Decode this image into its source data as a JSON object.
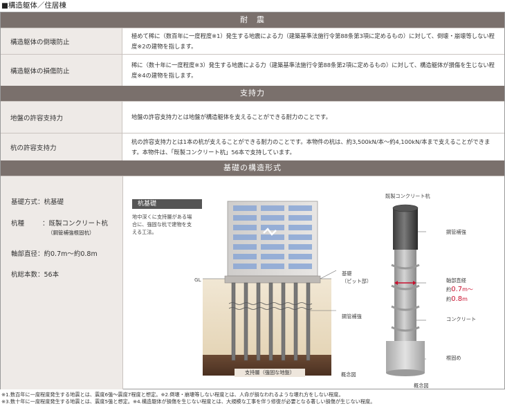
{
  "page_title": "■構造躯体／住居棟",
  "sections": {
    "seismic": {
      "title": "耐　震",
      "rows": [
        {
          "label": "構造躯体の倒壊防止",
          "text": "極めて稀に（数百年に一度程度※1）発生する地震による力（建築基準法施行令第88条第3項に定めるもの）に対して、倒壊・崩壊等しない程度※2の建物を指します。"
        },
        {
          "label": "構造躯体の損傷防止",
          "text": "稀に（数十年に一度程度※3）発生する地震による力（建築基準法施行令第88条第2項に定めるもの）に対して、構造躯体が損傷を生じない程度※4の建物を指します。"
        }
      ]
    },
    "bearing": {
      "title": "支持力",
      "rows": [
        {
          "label": "地盤の許容支持力",
          "text": "地盤の許容支持力とは地盤が構造躯体を支えることができる耐力のことです。"
        },
        {
          "label": "杭の許容支持力",
          "text": "杭の許容支持力とは1本の杭が支えることができる耐力のことです。本物件の杭は、約3,500kN/本～約4,100kN/本まで支えることができます。本物件は、「既製コンクリート杭」56本で支持しています。"
        }
      ]
    },
    "foundation": {
      "title": "基礎の構造形式",
      "specs": {
        "method": "基礎方式：杭基礎",
        "pile_type_label": "杭種",
        "pile_type_value": "：既製コンクリート杭",
        "pile_type_sub": "（鋼管補強根固杭）",
        "diameter": "軸部直径：約0.7m～約0.8m",
        "count": "杭総本数：56本"
      },
      "diagram": {
        "badge": "杭基礎",
        "description_1": "地中深くに支持層がある場",
        "description_2": "合に、強固な杭で建物を支",
        "description_3": "える工法。",
        "gl": "GL",
        "foundation_label": "基礎",
        "foundation_sub": "（ピット部）",
        "steel_label": "鋼管補強",
        "support_layer": "支持層（強固な地盤）",
        "concept": "概念図"
      },
      "pile_figure": {
        "title": "既製コンクリート杭",
        "steel": "鋼管補強",
        "diameter_label": "軸部直経",
        "dia_prefix_1": "約",
        "dia_value_1": "0.7",
        "dia_unit_1": "m～",
        "dia_prefix_2": "約",
        "dia_value_2": "0.8",
        "dia_unit_2": "m",
        "concrete": "コンクリート",
        "base": "根固め",
        "concept": "概念図"
      }
    }
  },
  "notes": [
    "※1.数百年に一度程度発生する地震とは、震度6強～震度7程度と想定。※2.倒壊・崩壊等しない程度とは、人命が損なわれるような壊れ方をしない程度。",
    "※3.数十年に一度程度発生する地震とは、震度5強と想定。※4.構造躯体が損傷を生じない程度とは、大規模な工事を伴う修復が必要となる著しい損傷が生じない程度。"
  ]
}
